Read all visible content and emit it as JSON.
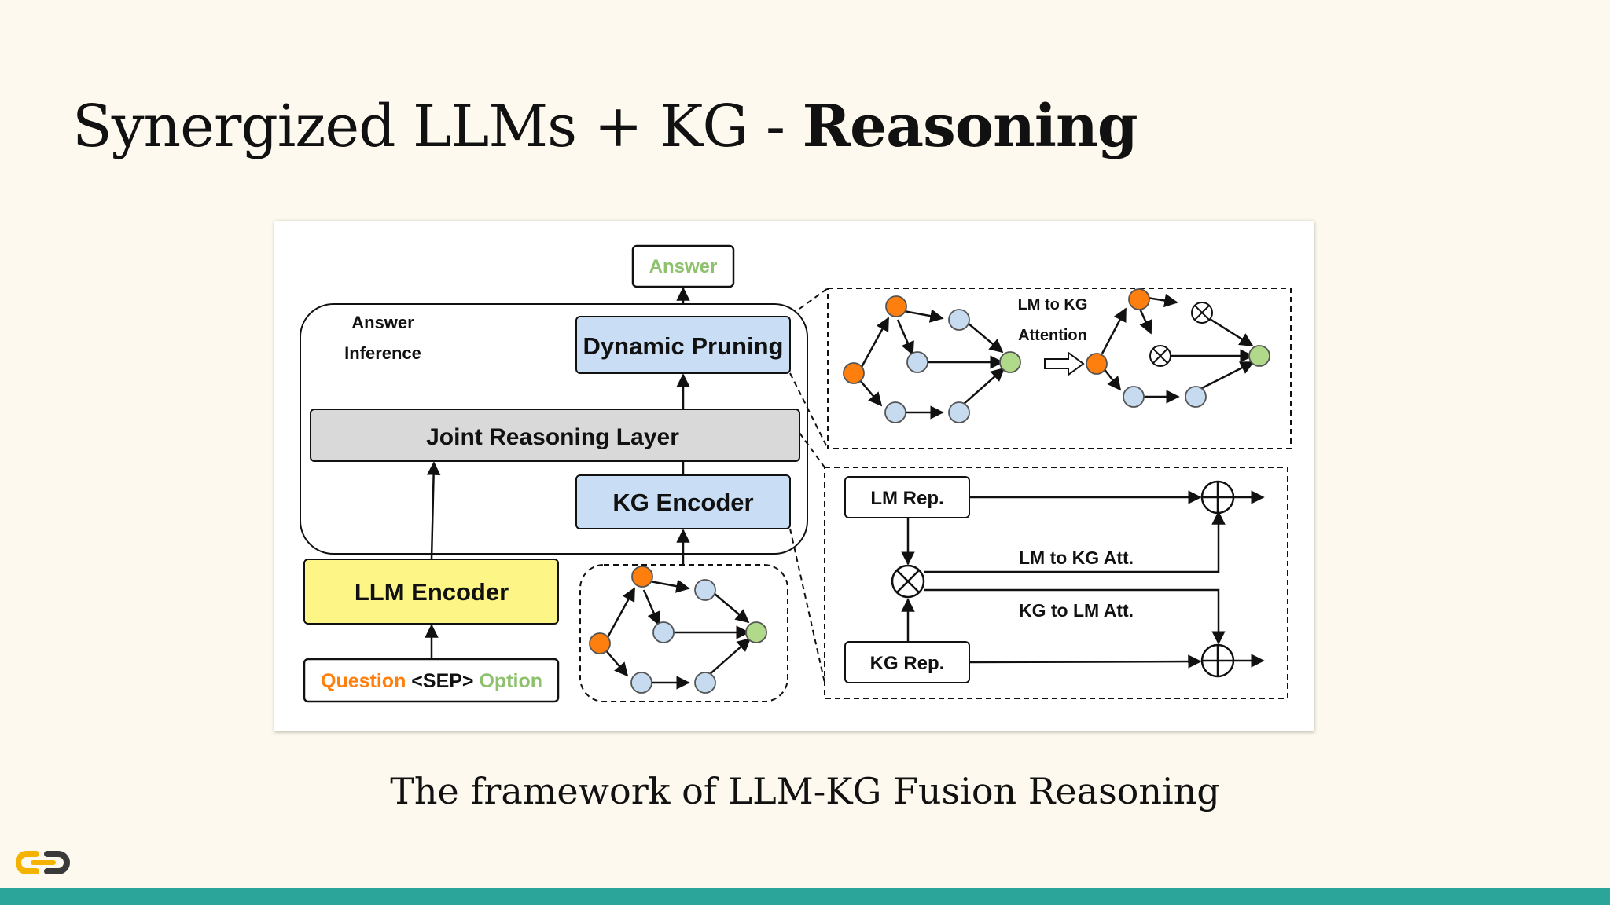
{
  "slide": {
    "title_prefix": "Synergized LLMs + KG - ",
    "title_bold": "Reasoning",
    "caption": "The framework of LLM-KG Fusion Reasoning"
  },
  "diagram": {
    "answer": "Answer",
    "answer_inference": [
      "Answer",
      "Inference"
    ],
    "dynamic_pruning": "Dynamic Pruning",
    "joint_reasoning_layer": "Joint Reasoning Layer",
    "kg_encoder": "KG Encoder",
    "llm_encoder": "LLM Encoder",
    "input": {
      "question": "Question",
      "sep": " <SEP> ",
      "option": "Option"
    },
    "lm_to_kg_attention": [
      "LM to KG",
      "Attention"
    ],
    "lm_rep": "LM Rep.",
    "kg_rep": "KG Rep.",
    "lm_to_kg_att": "LM to KG Att.",
    "kg_to_lm_att": "KG to LM Att."
  },
  "colors": {
    "background": "#fdf9ee",
    "footer_bar": "#2ba59a",
    "node_orange": "#ff7f0e",
    "node_blue": "#c6daf0",
    "node_green": "#b0d98a",
    "box_blue": "#c9def5",
    "box_yellow": "#fdf686",
    "box_gray": "#d9d9d9",
    "text_green": "#8dc16b"
  }
}
